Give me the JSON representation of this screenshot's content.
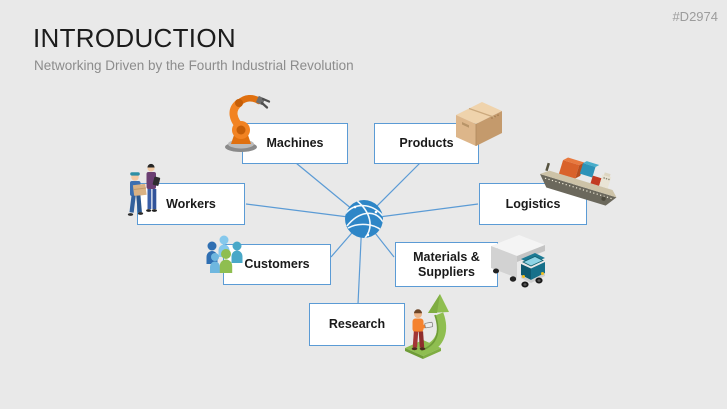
{
  "slide": {
    "title": "INTRODUCTION",
    "subtitle": "Networking Driven by the Fourth Industrial Revolution",
    "code": "#D2974"
  },
  "diagram": {
    "hub": {
      "icon": "network-globe-icon",
      "color": "#2E86C7"
    },
    "nodes": {
      "machines": {
        "label": "Machines",
        "icon": "robot-arm-icon"
      },
      "products": {
        "label": "Products",
        "icon": "cardboard-box-icon"
      },
      "workers": {
        "label": "Workers",
        "icon": "workers-icon"
      },
      "logistics": {
        "label": "Logistics",
        "icon": "cargo-ship-icon"
      },
      "customers": {
        "label": "Customers",
        "icon": "people-group-icon"
      },
      "materials": {
        "label": "Materials &\nSuppliers",
        "icon": "delivery-truck-icon"
      },
      "research": {
        "label": "Research",
        "icon": "growth-arrow-person-icon"
      }
    },
    "colors": {
      "background": "#E9E9E9",
      "box_border": "#5B9BD5",
      "connector": "#5B9BD5",
      "hub_blue": "#2E86C7"
    }
  }
}
